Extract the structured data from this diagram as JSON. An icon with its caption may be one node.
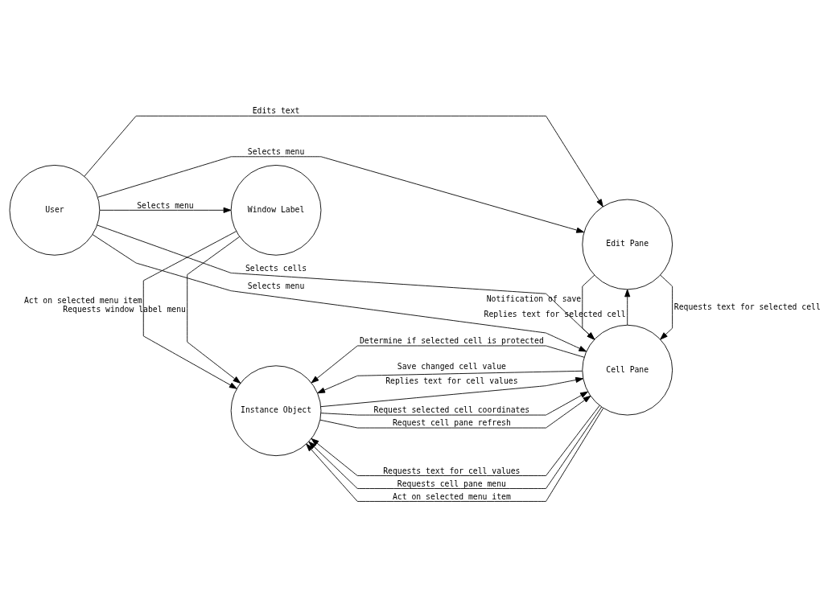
{
  "diagram": {
    "nodes": [
      {
        "text": [
          "Instance Object"
        ]
      },
      {
        "text": [
          "Cell Pane"
        ]
      },
      {
        "text": [
          "Window Label"
        ]
      },
      {
        "text": [
          "User"
        ]
      },
      {
        "text": [
          "Edit Pane"
        ]
      }
    ],
    "edges": [
      {
        "from": 1,
        "to": 0,
        "arrow": "to",
        "label": "Requests text for cell values"
      },
      {
        "from": 0,
        "to": 1,
        "arrow": "to",
        "label": "Replies text for cell values"
      },
      {
        "from": 1,
        "to": 0,
        "arrow": "to",
        "label": "Requests cell pane menu"
      },
      {
        "from": 1,
        "to": 0,
        "arrow": "to",
        "label": "Act on selected menu item"
      },
      {
        "from": 1,
        "to": 0,
        "arrow": "to",
        "label": "Determine if selected cell is protected"
      },
      {
        "from": 1,
        "to": 0,
        "arrow": "to",
        "label": "Save changed cell value"
      },
      {
        "from": 0,
        "to": 1,
        "arrow": "to",
        "label": "Request selected cell coordinates"
      },
      {
        "from": 0,
        "to": 1,
        "arrow": "to",
        "label": "Request cell pane refresh"
      },
      {
        "from": 2,
        "to": 0,
        "arrow": "to",
        "label": "Requests window label menu"
      },
      {
        "from": 2,
        "to": 0,
        "arrow": "to",
        "label": "Act on selected menu item"
      },
      {
        "from": 3,
        "to": 1,
        "arrow": "to",
        "label": "Selects cells"
      },
      {
        "from": 3,
        "to": 1,
        "arrow": "to",
        "label": "Selects menu"
      },
      {
        "from": 4,
        "to": 1,
        "arrow": "to",
        "label": "Requests text for selected cell"
      },
      {
        "from": 1,
        "to": 4,
        "arrow": "to",
        "label": "Replies text for selected cell"
      },
      {
        "from": 4,
        "to": 1,
        "arrow": "to",
        "label": "Notification of save"
      },
      {
        "from": 3,
        "to": 2,
        "arrow": "to",
        "label": "Selects menu"
      },
      {
        "from": 3,
        "to": 4,
        "arrow": "to",
        "label": "Edits text"
      },
      {
        "from": 3,
        "to": 4,
        "arrow": "to",
        "label": "Selects menu"
      }
    ]
  }
}
